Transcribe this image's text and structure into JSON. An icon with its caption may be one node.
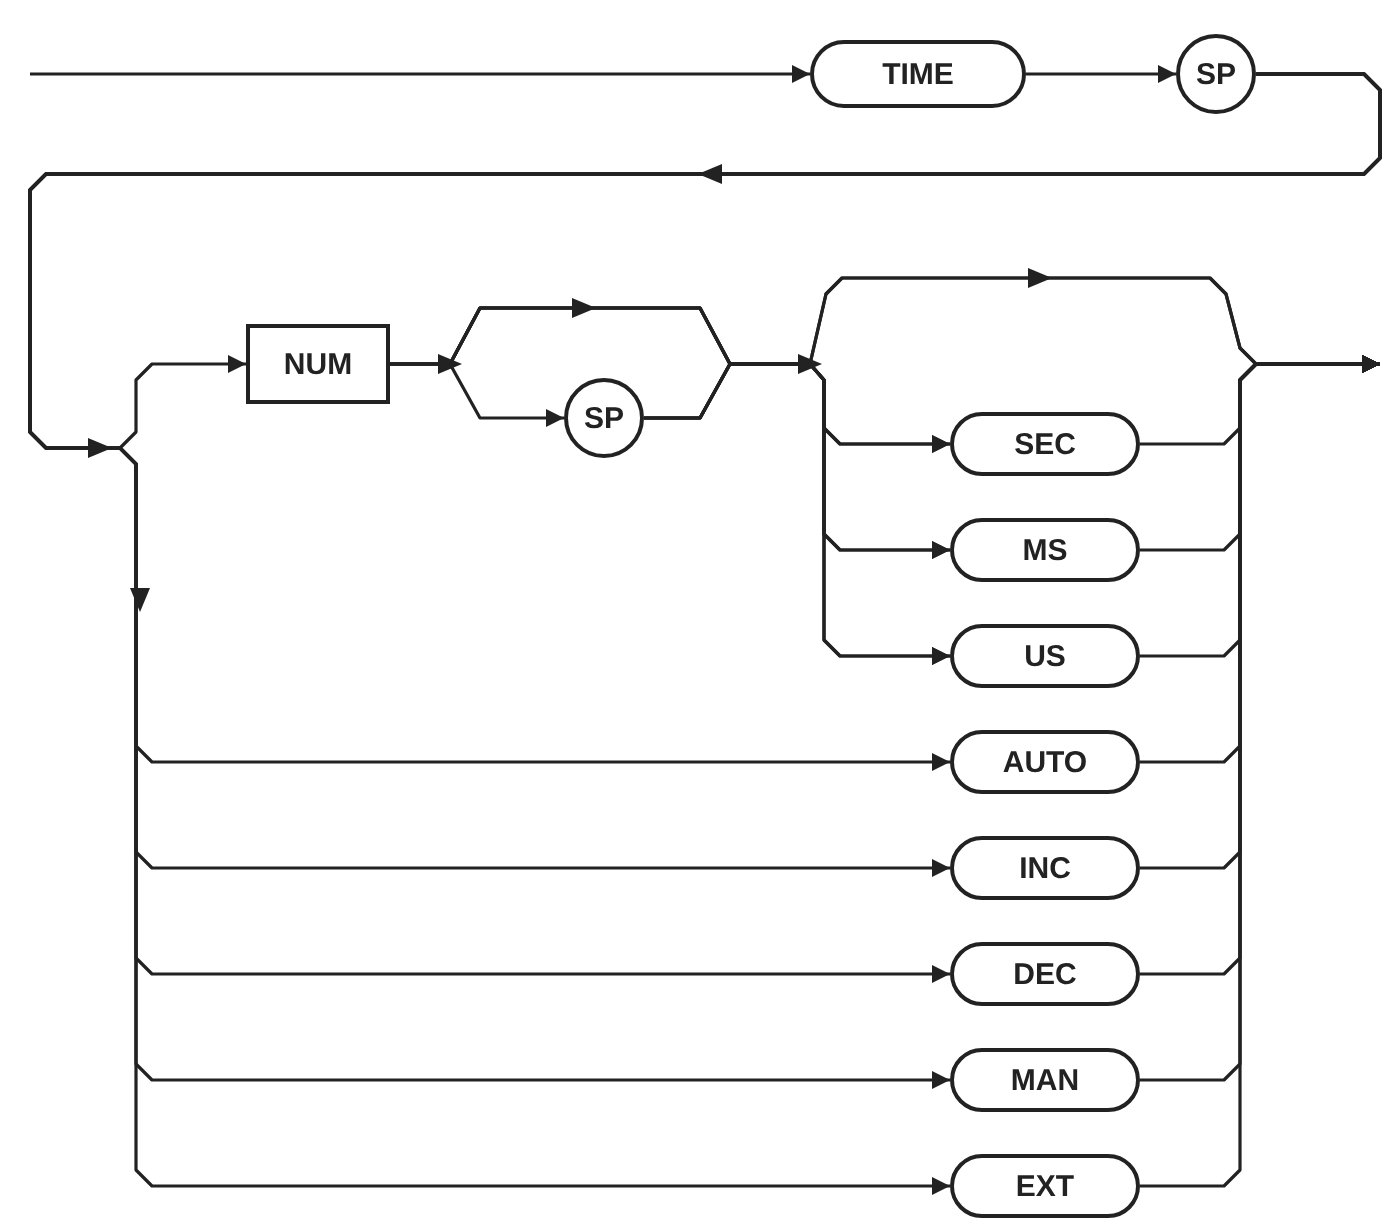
{
  "diagram": {
    "nodes": [
      {
        "text": [
          "TIME"
        ]
      },
      {
        "text": [
          "SP"
        ]
      },
      {
        "text": [
          "NUM"
        ]
      },
      {
        "text": [
          "SP"
        ]
      },
      {
        "text": [
          "SEC"
        ]
      },
      {
        "text": [
          "MS"
        ]
      },
      {
        "text": [
          "US"
        ]
      },
      {
        "text": [
          "AUTO"
        ]
      },
      {
        "text": [
          "INC"
        ]
      },
      {
        "text": [
          "DEC"
        ]
      },
      {
        "text": [
          "MAN"
        ]
      },
      {
        "text": [
          "EXT"
        ]
      }
    ],
    "edges": [
      {
        "from": null,
        "to": 0,
        "arrow": "to"
      },
      {
        "from": 0,
        "to": 1,
        "arrow": "to"
      },
      {
        "from": 1,
        "to": 2,
        "arrow": "to"
      },
      {
        "from": 1,
        "to": 7,
        "arrow": "to"
      },
      {
        "from": 1,
        "to": 8,
        "arrow": "to"
      },
      {
        "from": 1,
        "to": 9,
        "arrow": "to"
      },
      {
        "from": 1,
        "to": 10,
        "arrow": "to"
      },
      {
        "from": 1,
        "to": 11,
        "arrow": "to"
      },
      {
        "from": 2,
        "to": 3,
        "arrow": "to"
      },
      {
        "from": 2,
        "to": 4,
        "arrow": "to"
      },
      {
        "from": 2,
        "to": 5,
        "arrow": "to"
      },
      {
        "from": 2,
        "to": 6,
        "arrow": "to"
      },
      {
        "from": 2,
        "to": null,
        "arrow": "to"
      },
      {
        "from": 3,
        "to": 4,
        "arrow": "to"
      },
      {
        "from": 3,
        "to": 5,
        "arrow": "to"
      },
      {
        "from": 3,
        "to": 6,
        "arrow": "to"
      },
      {
        "from": 3,
        "to": null,
        "arrow": "to"
      },
      {
        "from": 4,
        "to": null,
        "arrow": "to"
      },
      {
        "from": 5,
        "to": null,
        "arrow": "to"
      },
      {
        "from": 6,
        "to": null,
        "arrow": "to"
      },
      {
        "from": 7,
        "to": null,
        "arrow": "to"
      },
      {
        "from": 8,
        "to": null,
        "arrow": "to"
      },
      {
        "from": 9,
        "to": null,
        "arrow": "to"
      },
      {
        "from": 10,
        "to": null,
        "arrow": "to"
      },
      {
        "from": 11,
        "to": null,
        "arrow": "to"
      }
    ]
  }
}
